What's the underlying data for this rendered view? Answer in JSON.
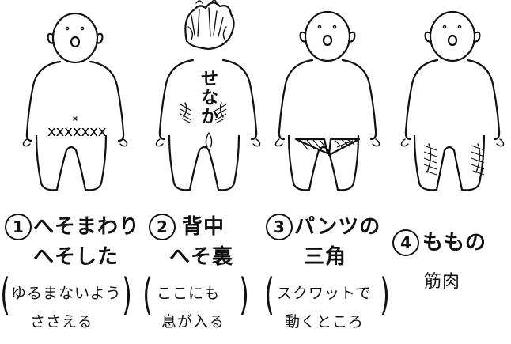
{
  "figures": [
    {
      "id": "1",
      "number": "1",
      "title_line1": "へそまわり",
      "title_line2": "へそした",
      "note_line1": "ゆるまないよう",
      "note_line2": "ささえる"
    },
    {
      "id": "2",
      "number": "2",
      "back_label": [
        "せ",
        "な",
        "か"
      ],
      "title_line1": "背中",
      "title_line2": "へそ裏",
      "note_line1": "ここにも",
      "note_line2": "息が入る"
    },
    {
      "id": "3",
      "number": "3",
      "title_line1": "パンツの",
      "title_line2": "三角",
      "note_line1": "スクワットで",
      "note_line2": "動くところ"
    },
    {
      "id": "4",
      "number": "4",
      "title_line1": "ももの",
      "title_line2": "筋肉"
    }
  ]
}
